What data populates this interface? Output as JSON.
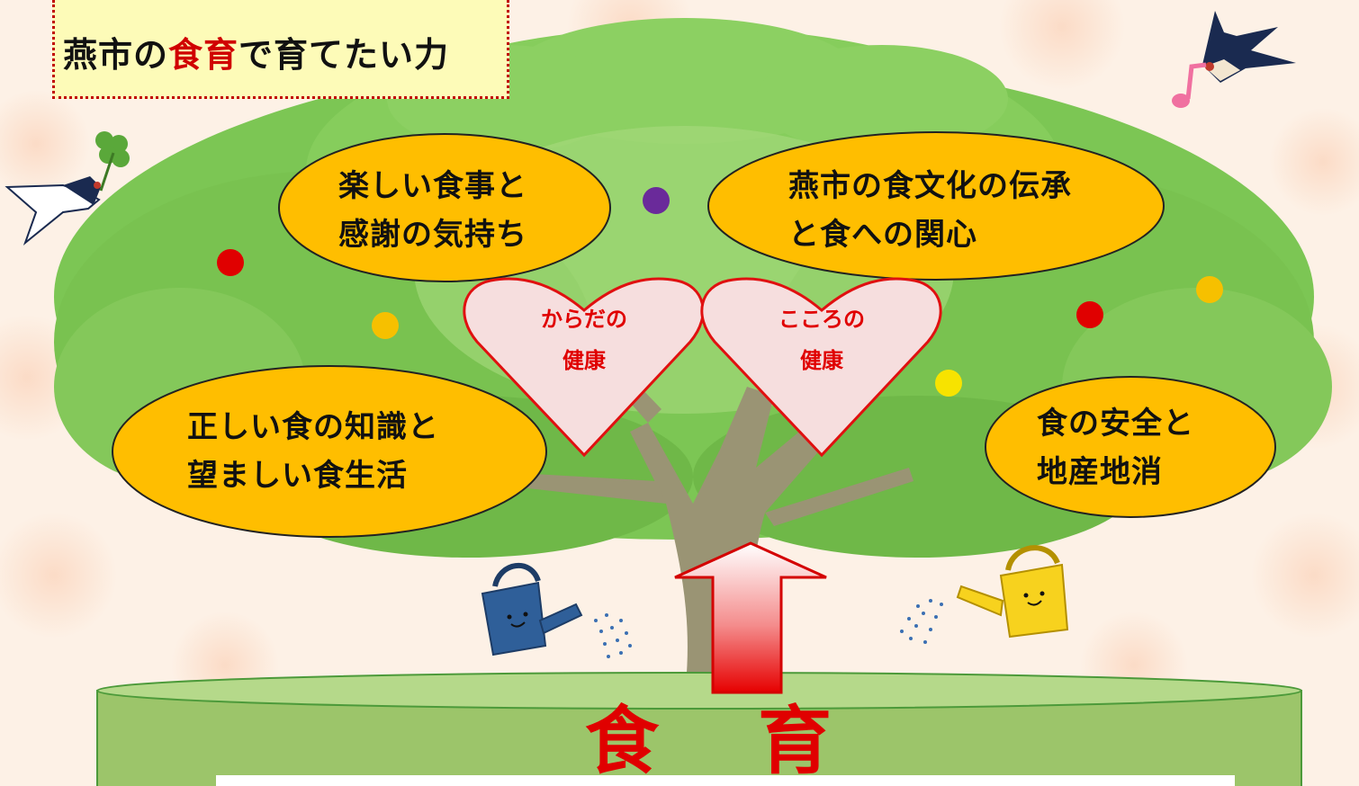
{
  "title": {
    "part1": "燕市の",
    "accent": "食育",
    "part2": "で育てたい力"
  },
  "ovals": {
    "top_left": {
      "line1": "楽しい食事と",
      "line2": "感謝の気持ち"
    },
    "top_right": {
      "line1": "燕市の食文化の伝承",
      "line2": "と食への関心"
    },
    "mid_left": {
      "line1": "正しい食の知識と",
      "line2": "望ましい食生活"
    },
    "mid_right": {
      "line1": "食の安全と",
      "line2": "地産地消"
    }
  },
  "hearts": {
    "left": {
      "line1": "からだの",
      "line2": "健康"
    },
    "right": {
      "line1": "こころの",
      "line2": "健康"
    }
  },
  "base": {
    "label": "食育"
  },
  "colors": {
    "oval_fill": "#ffbe00",
    "heart_fill": "#f6dede",
    "heart_stroke": "#e01010",
    "accent_red": "#e00000",
    "leaf_green": "#7cc654",
    "trunk": "#9a9474",
    "base_green": "#9cc56a"
  },
  "icons": [
    "swallow-icon",
    "clover-icon",
    "music-note-icon",
    "watering-can-icon",
    "up-arrow-icon"
  ]
}
